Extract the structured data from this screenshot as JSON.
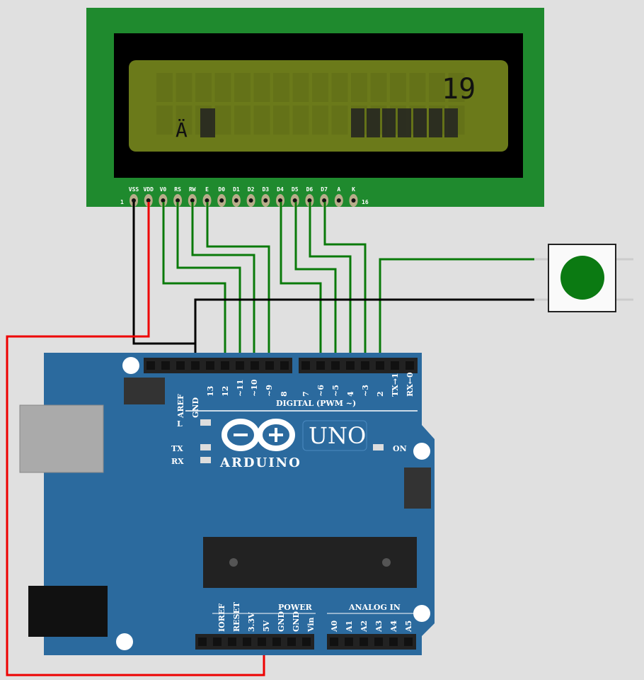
{
  "lcd": {
    "pin_labels": [
      "VSS",
      "VDD",
      "V0",
      "RS",
      "RW",
      "E",
      "D0",
      "D1",
      "D2",
      "D3",
      "D4",
      "D5",
      "D6",
      "D7",
      "A",
      "K"
    ],
    "pin_first": "1",
    "pin_last": "16",
    "line1_text": "19",
    "backlight_color": "#6b7a1a",
    "pcb_color": "#1f8a2e"
  },
  "board": {
    "brand": "ARDUINO",
    "model": "UNO",
    "digital_label": "DIGITAL (PWM ~)",
    "digital_pins": [
      "AREF",
      "GND",
      "13",
      "12",
      "~11",
      "~10",
      "~9",
      "8",
      "7",
      "~6",
      "~5",
      "4",
      "~3",
      "2",
      "TX→1",
      "RX←0"
    ],
    "led_labels": [
      "L",
      "TX",
      "RX",
      "ON"
    ],
    "power_label": "POWER",
    "analog_label": "ANALOG IN",
    "power_pins": [
      "IOREF",
      "RESET",
      "3.3V",
      "5V",
      "GND",
      "GND",
      "Vin"
    ],
    "analog_pins": [
      "A0",
      "A1",
      "A2",
      "A3",
      "A4",
      "A5"
    ],
    "color": "#2b6a9e"
  },
  "button": {
    "color": "#0b7a12"
  }
}
